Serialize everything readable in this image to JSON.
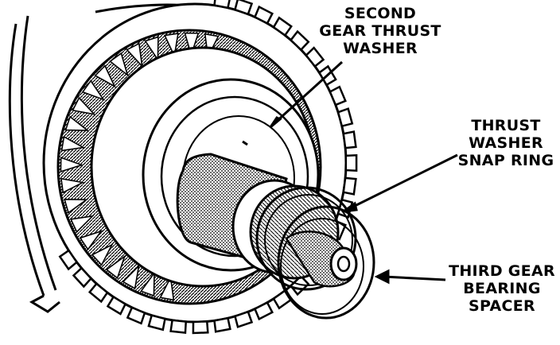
{
  "labels": {
    "second_gear_thrust_washer": [
      "SECOND",
      "GEAR THRUST",
      "WASHER"
    ],
    "thrust_washer_snap_ring": [
      "THRUST",
      "WASHER",
      "SNAP RING"
    ],
    "third_gear_bearing_spacer": [
      "THIRD GEAR",
      "BEARING",
      "SPACER"
    ]
  },
  "colors": {
    "ink": "#000000",
    "paper": "#ffffff",
    "shade": "#8a8a8a"
  }
}
